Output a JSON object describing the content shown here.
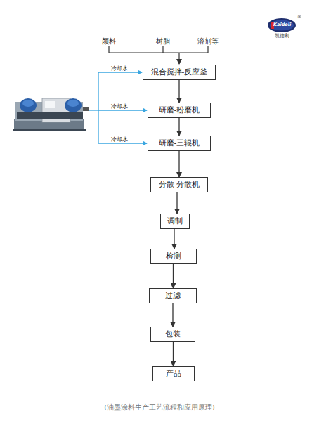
{
  "diagram": {
    "caption": "(油墨涂料生产工艺流程和应用原理)",
    "nodes": [
      {
        "text": [
          "混合搅拌-反应釜"
        ]
      },
      {
        "text": [
          "研磨-粉磨机"
        ]
      },
      {
        "text": [
          "研磨-三辊机"
        ]
      },
      {
        "text": [
          "分散-分散机"
        ]
      },
      {
        "text": [
          "调制"
        ]
      },
      {
        "text": [
          "检测"
        ]
      },
      {
        "text": [
          "过滤"
        ]
      },
      {
        "text": [
          "包装"
        ]
      },
      {
        "text": [
          "产品"
        ]
      }
    ],
    "edges": [
      {
        "from": 0,
        "to": 1,
        "arrow": "to"
      },
      {
        "from": 1,
        "to": 2,
        "arrow": "to"
      },
      {
        "from": 2,
        "to": 3,
        "arrow": "to"
      },
      {
        "from": 3,
        "to": 4,
        "arrow": "to"
      },
      {
        "from": 4,
        "to": 5,
        "arrow": "to"
      },
      {
        "from": 5,
        "to": 6,
        "arrow": "to"
      },
      {
        "from": 6,
        "to": 7,
        "arrow": "to"
      },
      {
        "from": 7,
        "to": 8,
        "arrow": "to"
      }
    ],
    "labels": [
      "颜料",
      "树脂",
      "溶剂等",
      "冷却水",
      "冷却水",
      "冷却水",
      "Kaideli",
      "凯德利",
      "®"
    ]
  }
}
